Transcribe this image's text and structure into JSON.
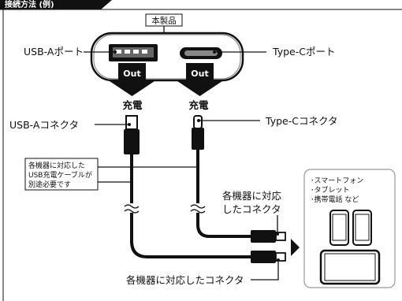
{
  "header": {
    "title": "接続方法 (例)"
  },
  "product": {
    "label": "本製品"
  },
  "ports": {
    "usb_a": "USB-Aポート",
    "type_c": "Type-Cポート",
    "out": "Out"
  },
  "charge_label": "充電",
  "connectors": {
    "usb_a": "USB-Aコネクタ",
    "type_c": "Type-Cコネクタ"
  },
  "note": {
    "lines": [
      "各機器に対応した",
      "USB充電ケーブルが",
      "別途必要です"
    ]
  },
  "device_connectors": {
    "upper": [
      "各機器に対応",
      "したコネクタ"
    ],
    "lower": "各機器に対応したコネクタ"
  },
  "devices_panel": {
    "lines": [
      "･スマートフォン",
      "･タブレット",
      "･携帯電話 など"
    ]
  },
  "colors": {
    "ink": "#111111",
    "panel_border": "#999999"
  }
}
